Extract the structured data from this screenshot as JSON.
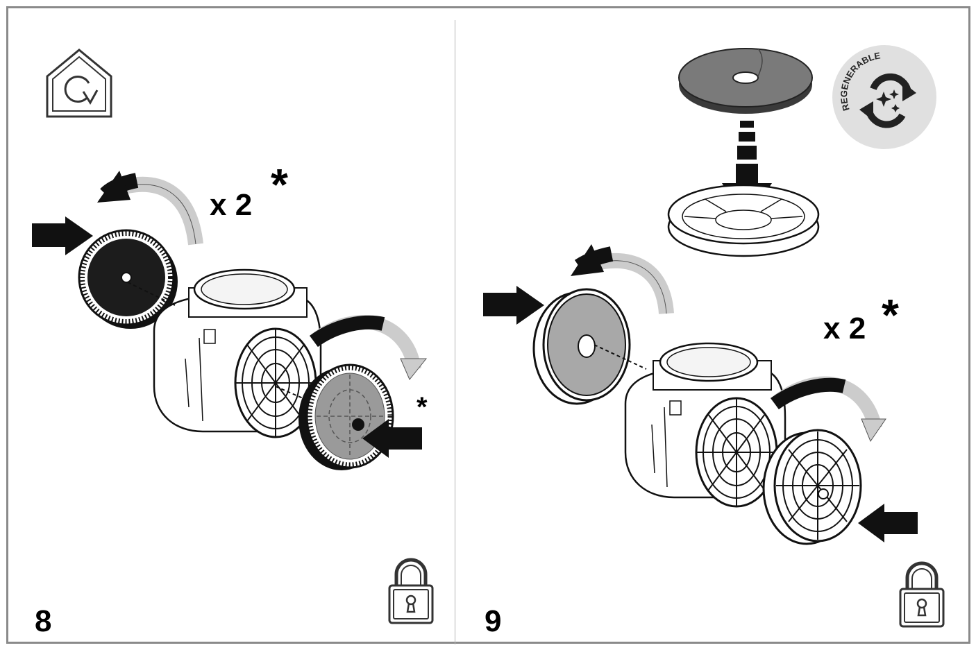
{
  "panels": [
    {
      "step_number": "8",
      "multiplier": "x 2",
      "asterisk": "*",
      "secondary_asterisk": "*"
    },
    {
      "step_number": "9",
      "multiplier": "x 2",
      "asterisk": "*",
      "badge_text": "REGENERABLE"
    }
  ],
  "icons": [
    "house-rotate-icon",
    "lock-icon",
    "regenerable-badge-icon"
  ],
  "colors": {
    "frame": "#8a8a8a",
    "ink": "#000000",
    "filter_dark": "#1c1c1c",
    "filter_grey": "#9a9a9a",
    "arrow_light": "#d0d0d0",
    "badge_bg": "#e0e0e0"
  }
}
